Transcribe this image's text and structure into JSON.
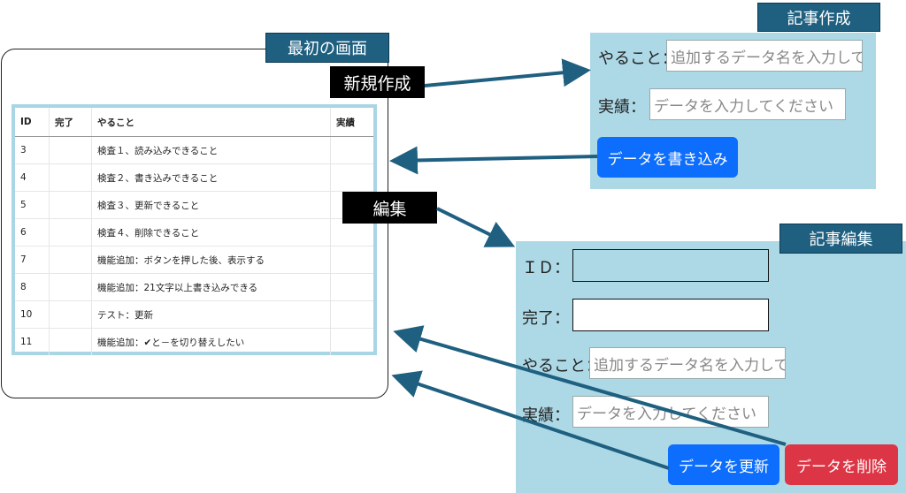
{
  "main_screen": {
    "title": "最初の画面",
    "table": {
      "headers": [
        "ID",
        "完了",
        "やること",
        "実績"
      ],
      "rows": [
        {
          "id": "3",
          "done": "",
          "task": "検査１、読み込みできること",
          "result": ""
        },
        {
          "id": "4",
          "done": "",
          "task": "検査２、書き込みできること",
          "result": ""
        },
        {
          "id": "5",
          "done": "",
          "task": "検査３、更新できること",
          "result": ""
        },
        {
          "id": "6",
          "done": "",
          "task": "検査４、削除できること",
          "result": ""
        },
        {
          "id": "7",
          "done": "",
          "task": "機能追加：ボタンを押した後、表示する",
          "result": ""
        },
        {
          "id": "8",
          "done": "",
          "task": "機能追加：21文字以上書き込みできる",
          "result": ""
        },
        {
          "id": "10",
          "done": "",
          "task": "テスト：更新",
          "result": ""
        },
        {
          "id": "11",
          "done": "",
          "task": "機能追加：✔と－を切り替えしたい",
          "result": ""
        }
      ]
    }
  },
  "labels": {
    "new_create": "新規作成",
    "edit": "編集"
  },
  "create_form": {
    "title": "記事作成",
    "task_label": "やること：",
    "task_placeholder": "追加するデータ名を入力して",
    "result_label": "実績：",
    "result_placeholder": "データを入力してください",
    "submit_label": "データを書き込み"
  },
  "edit_form": {
    "title": "記事編集",
    "id_label": "ＩＤ：",
    "done_label": "完了：",
    "task_label": "やること：",
    "task_placeholder": "追加するデータ名を入力して",
    "result_label": "実績：",
    "result_placeholder": "データを入力してください",
    "update_label": "データを更新",
    "delete_label": "データを削除"
  },
  "colors": {
    "panel": "#add8e6",
    "title_tag": "#1f5f80",
    "arrow": "#1f5f80",
    "primary_button": "#0d6efd",
    "danger_button": "#dc3545"
  }
}
